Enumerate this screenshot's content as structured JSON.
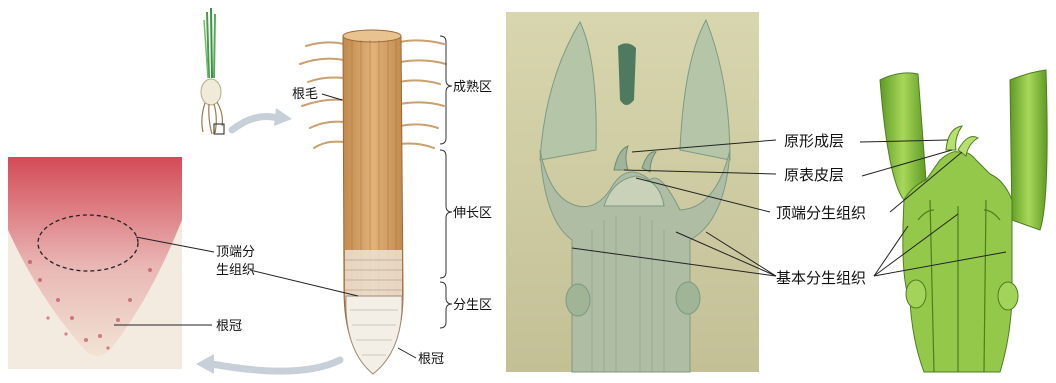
{
  "panels": {
    "root_tip": {
      "labels": {
        "root_hair": "根毛",
        "maturation_zone": "成熟区",
        "elongation_zone": "伸长区",
        "meristem_zone": "分生区",
        "root_cap": "根冠"
      }
    },
    "micrograph": {
      "labels": {
        "apical_meristem_line1": "顶端分",
        "apical_meristem_line2": "生组织",
        "root_cap": "根冠"
      }
    },
    "shoot_tip": {
      "labels": {
        "protoderm_primordium": "原形成层",
        "protoderm": "原表皮层",
        "apical_meristem": "顶端分生组织",
        "ground_meristem": "基本分生组织"
      }
    }
  },
  "colors": {
    "root_fill": "#d9a567",
    "root_cell_line": "#9c6a37",
    "micrograph_red": "#d6404f",
    "micrograph_bg": "#e8d3c0",
    "shoot_photo_bg": "#c9c7a0",
    "shoot_tissue": "#a6bba0",
    "drawing_green": "#8cc63f",
    "drawing_dark_green": "#4f7d1f",
    "arrow_gray": "#c7d0d8"
  },
  "icons": [
    "plant-seedling-icon",
    "curved-arrow-icon"
  ]
}
